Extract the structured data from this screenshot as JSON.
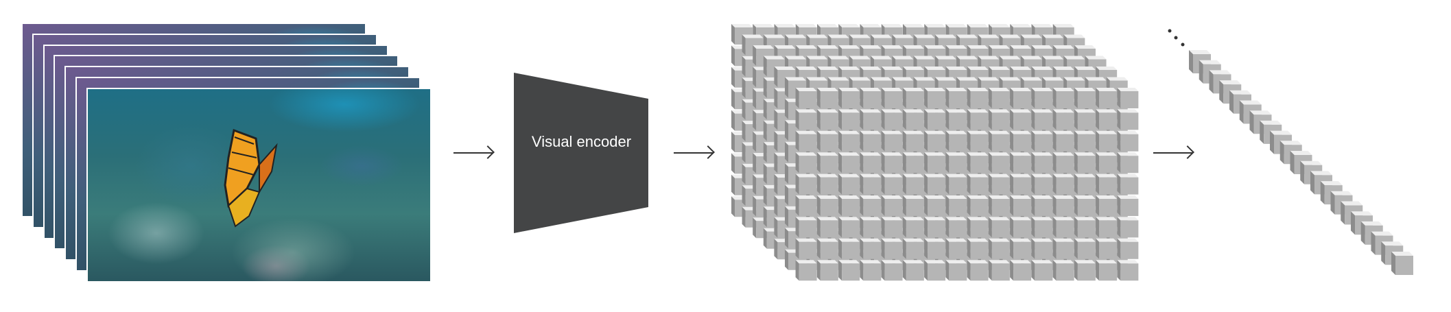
{
  "input": {
    "frame_count": 7
  },
  "encoder": {
    "label": "Visual encoder",
    "color": "#444546"
  },
  "latent": {
    "columns": 16,
    "rows": 9,
    "depth": 7
  },
  "tokens": {
    "count": 21,
    "ellipsis": "⋱"
  },
  "colors": {
    "cube_front": "#b5b5b5",
    "cube_top": "#eeeeee",
    "cube_side": "#8c8c8c",
    "arrow": "#333333"
  }
}
